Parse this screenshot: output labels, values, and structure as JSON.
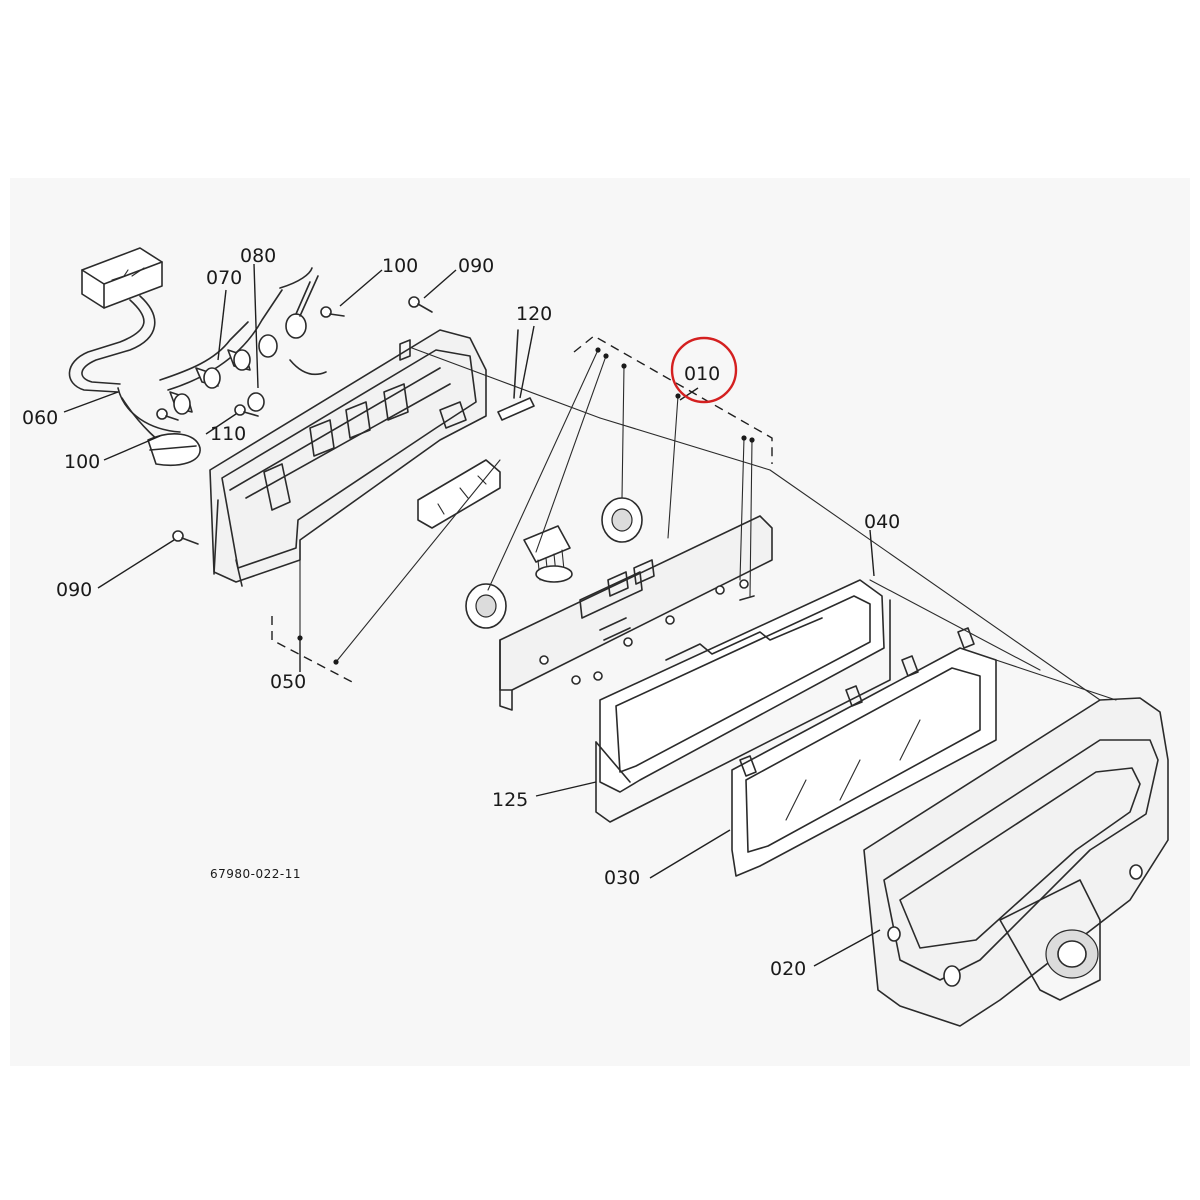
{
  "labels": {
    "p010": "010",
    "p020": "020",
    "p030": "030",
    "p040": "040",
    "p050": "050",
    "p060": "060",
    "p070": "070",
    "p080": "080",
    "p090_top": "090",
    "p090_left": "090",
    "p100_top": "100",
    "p100_left": "100",
    "p110": "110",
    "p120": "120",
    "p125": "125"
  },
  "drawing_number": "67980-022-11",
  "highlight_color": "#d42020"
}
